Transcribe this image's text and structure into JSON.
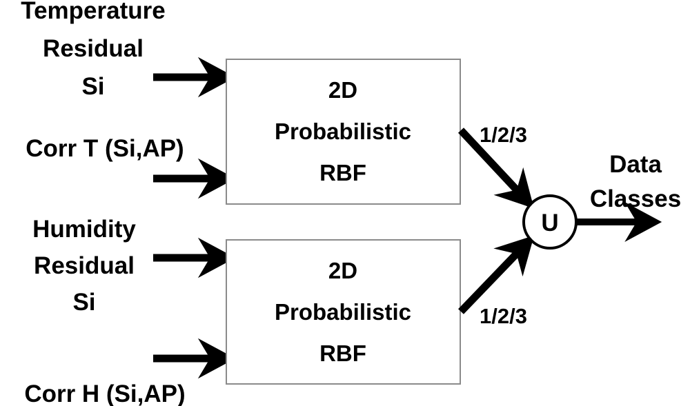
{
  "diagram": {
    "title": "2D Probabilistic RBF data classification block diagram",
    "colors": {
      "background": "#ffffff",
      "stroke": "#000000",
      "block_border": "#8a8a8a",
      "text": "#000000"
    },
    "inputs": [
      {
        "id": "temperature-residual-si",
        "lines": [
          "Temperature",
          "Residual",
          "Si"
        ],
        "target": "block-top"
      },
      {
        "id": "corr-t-si-ap",
        "lines": [
          "Corr T (Si,AP)"
        ],
        "target": "block-top"
      },
      {
        "id": "humidity-residual-si",
        "lines": [
          "Humidity",
          "Residual",
          "Si"
        ],
        "target": "block-bottom"
      },
      {
        "id": "corr-h-si-ap",
        "lines": [
          "Corr H (Si,AP)"
        ],
        "target": "block-bottom"
      }
    ],
    "blocks": [
      {
        "id": "block-top",
        "lines": [
          "2D",
          "Probabilistic",
          "RBF"
        ]
      },
      {
        "id": "block-bottom",
        "lines": [
          "2D",
          "Probabilistic",
          "RBF"
        ]
      }
    ],
    "edges": [
      {
        "id": "edge-top-to-union",
        "label": "1/2/3",
        "from": "block-top",
        "to": "union-node"
      },
      {
        "id": "edge-bottom-to-union",
        "label": "1/2/3",
        "from": "block-bottom",
        "to": "union-node"
      }
    ],
    "union_node": {
      "id": "union-node",
      "label": "U"
    },
    "output": {
      "id": "data-classes",
      "lines": [
        "Data",
        "Classes"
      ]
    }
  }
}
